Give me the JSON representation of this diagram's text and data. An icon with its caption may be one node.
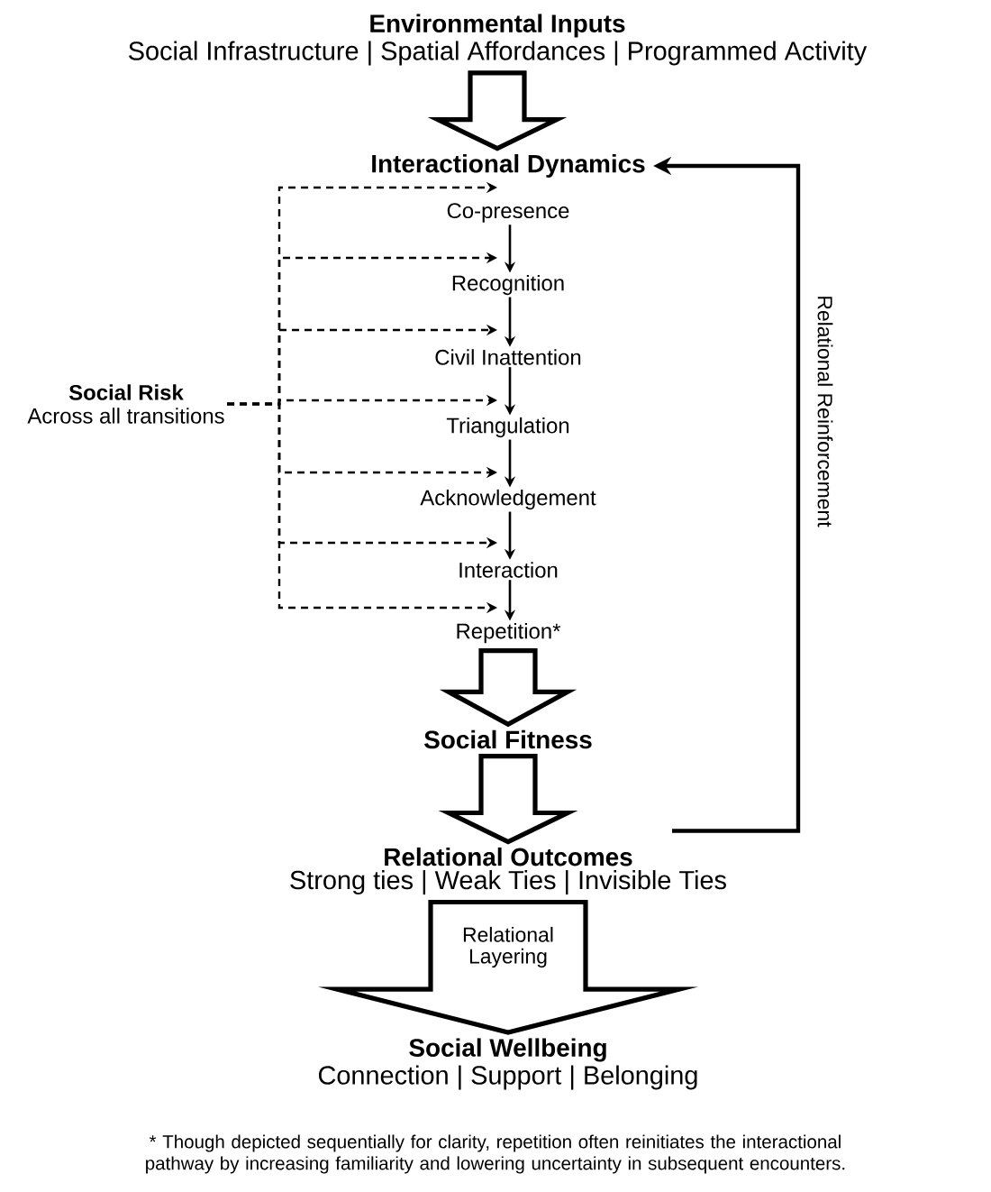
{
  "diagram": {
    "nodes": [
      {
        "text": [
          "Environmental Inputs",
          "Social Infrastructure | Spatial Affordances | Programmed Activity"
        ]
      },
      {
        "text": [
          "Interactional Dynamics"
        ]
      },
      {
        "text": [
          "Co-presence"
        ]
      },
      {
        "text": [
          "Recognition"
        ]
      },
      {
        "text": [
          "Civil Inattention"
        ]
      },
      {
        "text": [
          "Triangulation"
        ]
      },
      {
        "text": [
          "Acknowledgement"
        ]
      },
      {
        "text": [
          "Interaction"
        ]
      },
      {
        "text": [
          "Repetition*"
        ]
      },
      {
        "text": [
          "Social Risk",
          "Across all transitions"
        ]
      },
      {
        "text": [
          "Social Fitness"
        ]
      },
      {
        "text": [
          "Relational Outcomes",
          "Strong ties | Weak Ties | Invisible Ties"
        ]
      },
      {
        "text": [
          "Social Wellbeing",
          "Connection | Support | Belonging"
        ]
      }
    ],
    "edges": [
      {
        "from": 0,
        "to": 1,
        "arrow": "to",
        "style": "thick"
      },
      {
        "from": 2,
        "to": 3,
        "arrow": "to"
      },
      {
        "from": 3,
        "to": 4,
        "arrow": "to"
      },
      {
        "from": 4,
        "to": 5,
        "arrow": "to"
      },
      {
        "from": 5,
        "to": 6,
        "arrow": "to"
      },
      {
        "from": 6,
        "to": 7,
        "arrow": "to"
      },
      {
        "from": 7,
        "to": 8,
        "arrow": "to"
      },
      {
        "from": 9,
        "to": 2,
        "arrow": "to",
        "style": "dashed"
      },
      {
        "from": 9,
        "to": 3,
        "arrow": "to",
        "style": "dashed"
      },
      {
        "from": 9,
        "to": 4,
        "arrow": "to",
        "style": "dashed"
      },
      {
        "from": 9,
        "to": 5,
        "arrow": "to",
        "style": "dashed"
      },
      {
        "from": 9,
        "to": 6,
        "arrow": "to",
        "style": "dashed"
      },
      {
        "from": 9,
        "to": 7,
        "arrow": "to",
        "style": "dashed"
      },
      {
        "from": 9,
        "to": 8,
        "arrow": "to",
        "style": "dashed"
      },
      {
        "from": 8,
        "to": 10,
        "arrow": "to",
        "style": "thick"
      },
      {
        "from": 10,
        "to": 11,
        "arrow": "to",
        "style": "thick"
      },
      {
        "from": 11,
        "to": 12,
        "arrow": "to",
        "style": "thick",
        "label": "Relational Layering"
      },
      {
        "from": 11,
        "to": 1,
        "arrow": "to",
        "label": "Relational Reinforcement"
      }
    ],
    "labels": [
      "* Though depicted sequentially for clarity, repetition often reinitiates the interactional pathway by increasing familiarity and lowering uncertainty in subsequent encounters."
    ]
  }
}
